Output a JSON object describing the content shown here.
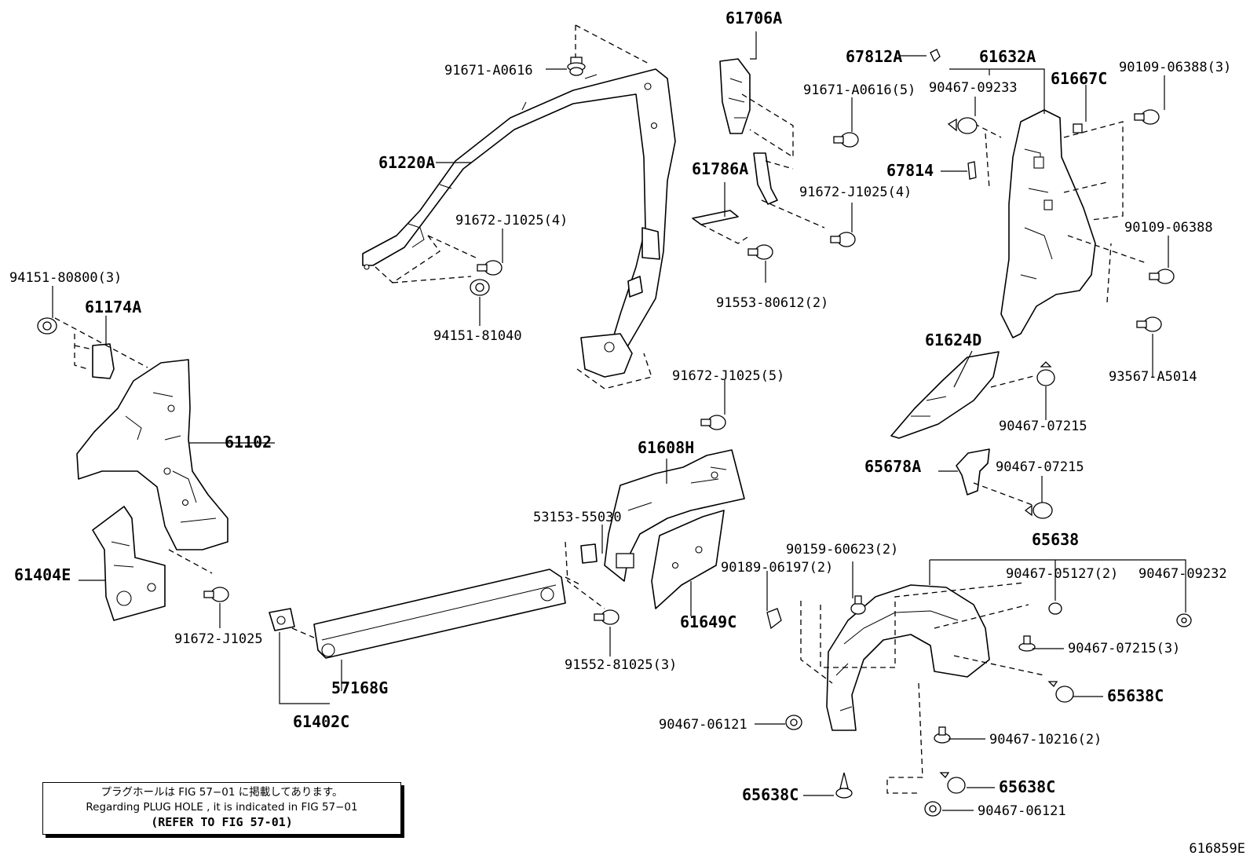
{
  "parts": {
    "p_61706A": "61706A",
    "p_67812A": "67812A",
    "p_61632A": "61632A",
    "p_91671_A0616": "91671-A0616",
    "p_90467_09233": "90467-09233",
    "p_61667C": "61667C",
    "p_90109_06388_3": "90109-06388(3)",
    "p_91671_A0616_5": "91671-A0616(5)",
    "p_61220A": "61220A",
    "p_61786A": "61786A",
    "p_67814": "67814",
    "p_91672_J1025_4a": "91672-J1025(4)",
    "p_91672_J1025_4b": "91672-J1025(4)",
    "p_90109_06388": "90109-06388",
    "p_94151_80800_3": "94151-80800(3)",
    "p_61174A": "61174A",
    "p_91553_80612_2": "91553-80612(2)",
    "p_94151_81040": "94151-81040",
    "p_61624D": "61624D",
    "p_93567_A5014": "93567-A5014",
    "p_91672_J1025_5": "91672-J1025(5)",
    "p_90467_07215_a": "90467-07215",
    "p_61102": "61102",
    "p_61608H": "61608H",
    "p_65678A": "65678A",
    "p_90467_07215_b": "90467-07215",
    "p_53153_55030": "53153-55030",
    "p_65638": "65638",
    "p_90159_60623_2": "90159-60623(2)",
    "p_90189_06197_2": "90189-06197(2)",
    "p_61404E": "61404E",
    "p_90467_05127_2": "90467-05127(2)",
    "p_90467_09232": "90467-09232",
    "p_91672_J1025": "91672-J1025",
    "p_61649C": "61649C",
    "p_90467_07215_3": "90467-07215(3)",
    "p_91552_81025_3": "91552-81025(3)",
    "p_57168G": "57168G",
    "p_65638C_a": "65638C",
    "p_61402C": "61402C",
    "p_90467_06121_a": "90467-06121",
    "p_90467_10216_2": "90467-10216(2)",
    "p_65638C_b": "65638C",
    "p_65638C_c": "65638C",
    "p_90467_06121_b": "90467-06121"
  },
  "note": {
    "line1": "プラグホールは FIG  57−01 に掲載してあります。",
    "line2": "Regarding  PLUG  HOLE , it is indicated in FIG  57−01",
    "line3": "(REFER TO FIG 57-01)"
  },
  "figure_code": "616859E"
}
